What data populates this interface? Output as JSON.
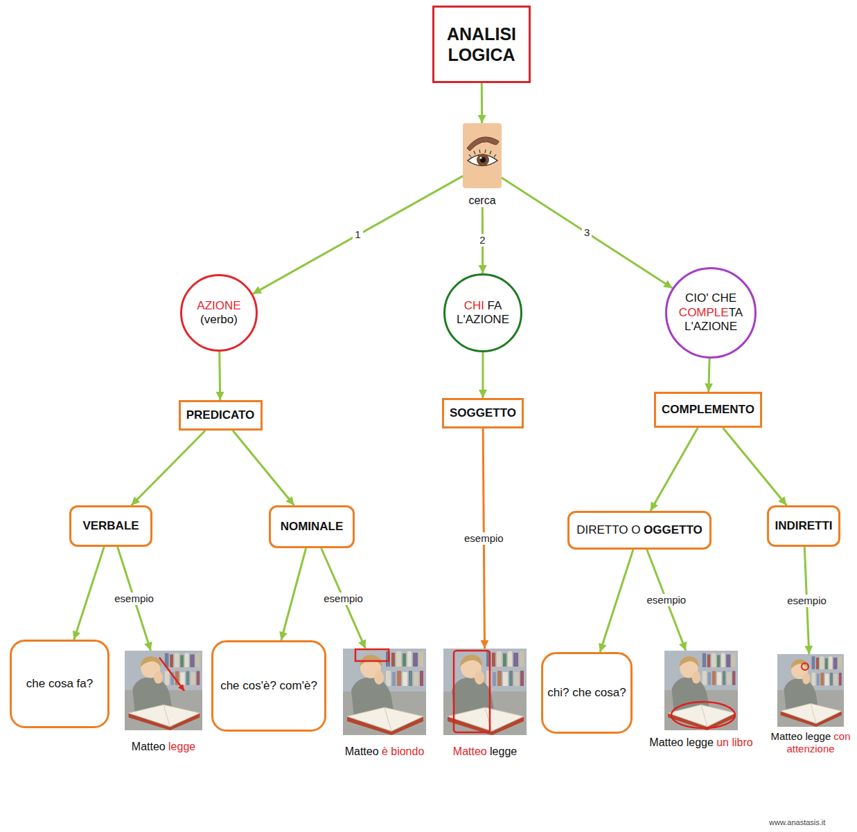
{
  "diagram": {
    "nodes": [
      {
        "text": [
          "ANALISI LOGICA"
        ]
      },
      {
        "text": [
          "cerca"
        ]
      },
      {
        "text": [
          "AZIONE",
          "(verbo)"
        ]
      },
      {
        "text": [
          "CHI",
          "FA L'AZIONE"
        ]
      },
      {
        "text": [
          "CIO' CHE",
          "COMPLE",
          "TA",
          "L'AZIONE"
        ]
      },
      {
        "text": [
          "PREDICATO"
        ]
      },
      {
        "text": [
          "SOGGETTO"
        ]
      },
      {
        "text": [
          "COMPLEMENTO"
        ]
      },
      {
        "text": [
          "VERBALE"
        ]
      },
      {
        "text": [
          "NOMINALE"
        ]
      },
      {
        "text": [
          "DIRETTO O",
          "OGGETTO"
        ]
      },
      {
        "text": [
          "INDIRETTI"
        ]
      },
      {
        "text": [
          "che cosa fa?"
        ]
      },
      {
        "text": [
          "che cos'è? com'è?"
        ]
      },
      {
        "text": [
          "chi? che cosa?"
        ]
      },
      {
        "text": [
          "Matteo",
          "legge"
        ]
      },
      {
        "text": [
          "Matteo",
          "è biondo"
        ]
      },
      {
        "text": [
          "Matteo",
          "legge"
        ]
      },
      {
        "text": [
          "Matteo legge",
          "un libro"
        ]
      },
      {
        "text": [
          "Matteo legge",
          "con attenzione"
        ]
      }
    ],
    "edges": [
      {
        "from": 0,
        "to": 1,
        "arrow": "to"
      },
      {
        "from": 1,
        "to": 2,
        "label": "1",
        "arrow": "to"
      },
      {
        "from": 1,
        "to": 3,
        "label": "2",
        "arrow": "to"
      },
      {
        "from": 1,
        "to": 4,
        "label": "3",
        "arrow": "to"
      },
      {
        "from": 2,
        "to": 5,
        "arrow": "to"
      },
      {
        "from": 3,
        "to": 6,
        "arrow": "to"
      },
      {
        "from": 4,
        "to": 7,
        "arrow": "to"
      },
      {
        "from": 5,
        "to": 8,
        "arrow": "to"
      },
      {
        "from": 5,
        "to": 9,
        "arrow": "to"
      },
      {
        "from": 6,
        "to": 17,
        "label": "esempio",
        "arrow": "to"
      },
      {
        "from": 7,
        "to": 10,
        "arrow": "to"
      },
      {
        "from": 7,
        "to": 11,
        "arrow": "to"
      },
      {
        "from": 8,
        "to": 12,
        "arrow": "to"
      },
      {
        "from": 8,
        "to": 15,
        "label": "esempio",
        "arrow": "to"
      },
      {
        "from": 9,
        "to": 13,
        "arrow": "to"
      },
      {
        "from": 9,
        "to": 16,
        "label": "esempio",
        "arrow": "to"
      },
      {
        "from": 10,
        "to": 14,
        "arrow": "to"
      },
      {
        "from": 10,
        "to": 18,
        "label": "esempio",
        "arrow": "to"
      },
      {
        "from": 11,
        "to": 19,
        "label": "esempio",
        "arrow": "to"
      }
    ],
    "labels": [
      "www.anastasis.it"
    ]
  }
}
